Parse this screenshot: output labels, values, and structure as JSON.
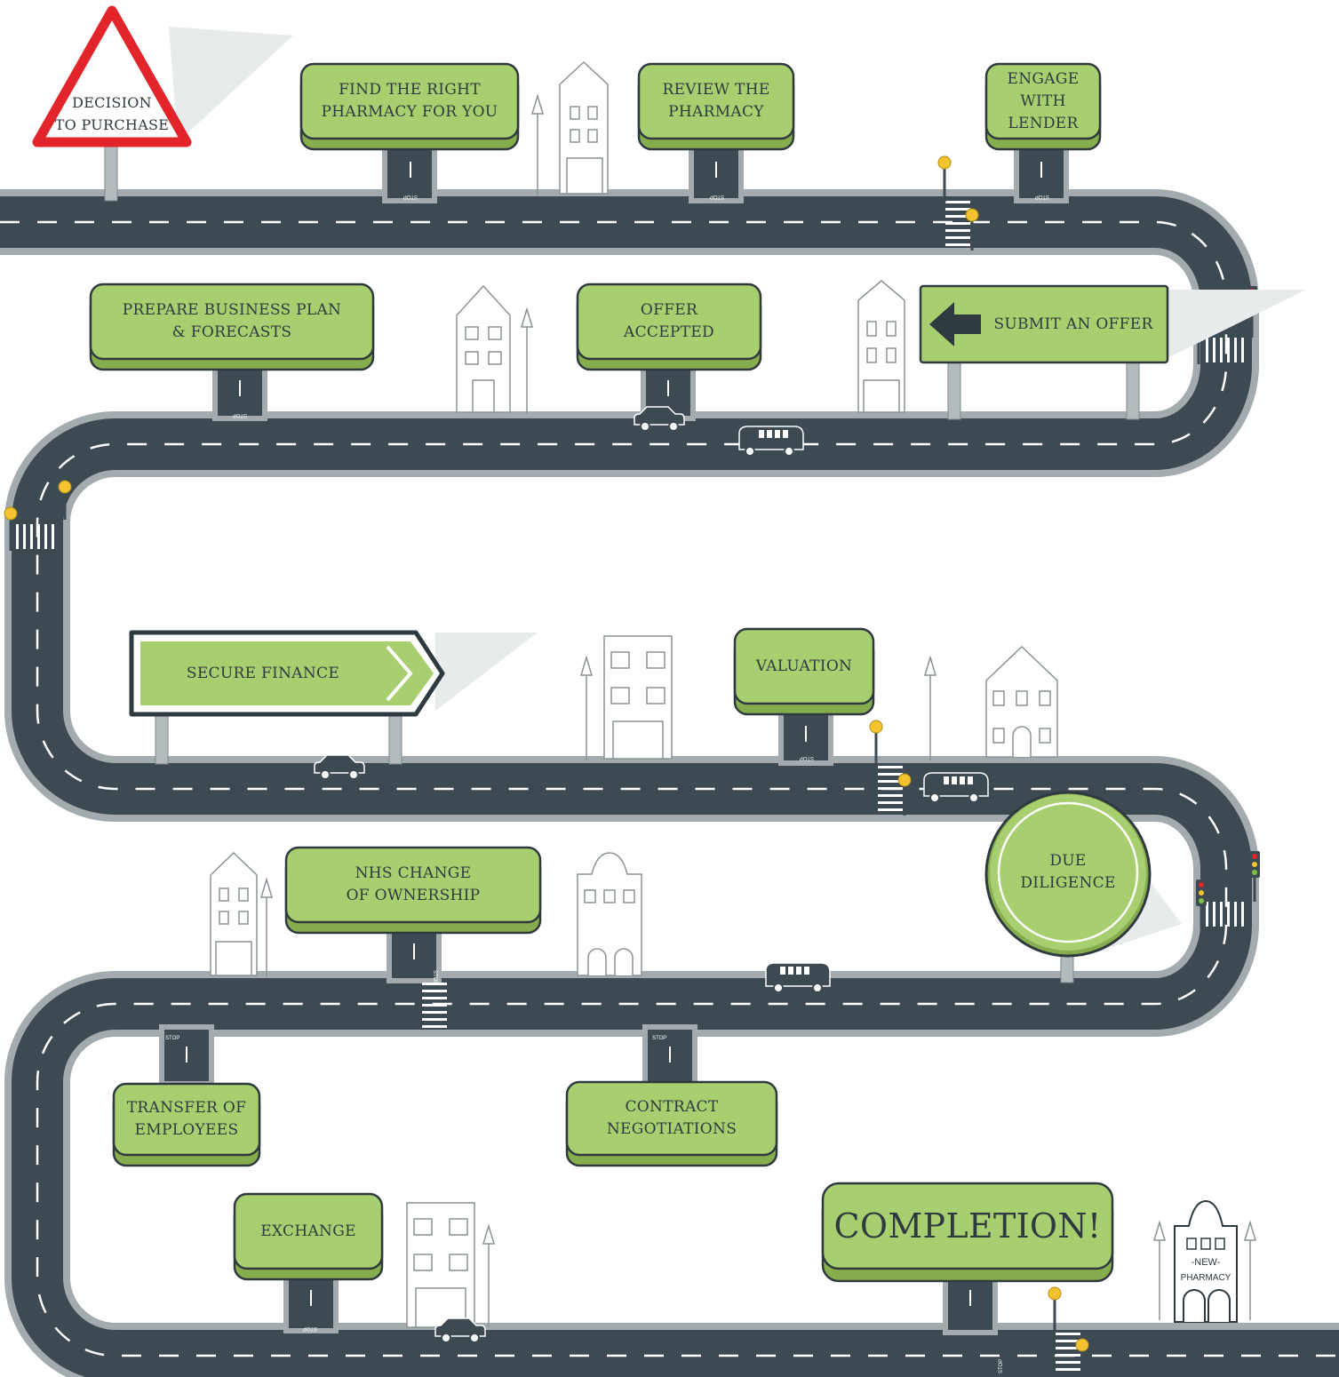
{
  "colors": {
    "road": "#3d4a51",
    "road_edge": "#a3abae",
    "sign_green": "#a8cf6f",
    "sign_green_dark": "#86ad4d",
    "sign_border": "#2f3a40",
    "warning_red": "#e1252b",
    "post": "#9aa3a6",
    "lamp_yellow": "#f4c430"
  },
  "steps": {
    "decision": "DECISION\nTO PURCHASE",
    "find": "FIND THE RIGHT\nPHARMACY FOR YOU",
    "review": "REVIEW THE\nPHARMACY",
    "engage": "ENGAGE\nWITH\nLENDER",
    "prepare": "PREPARE BUSINESS PLAN\n& FORECASTS",
    "offer_accepted": "OFFER\nACCEPTED",
    "submit": "SUBMIT AN OFFER",
    "secure": "SECURE FINANCE",
    "valuation": "VALUATION",
    "due": "DUE\nDILIGENCE",
    "nhs": "NHS CHANGE\nOF OWNERSHIP",
    "transfer": "TRANSFER OF\nEMPLOYEES",
    "contract": "CONTRACT\nNEGOTIATIONS",
    "exchange": "EXCHANGE",
    "completion": "COMPLETION!"
  },
  "road_marking": "STOP",
  "new_pharmacy_sign": {
    "line1": "-NEW-",
    "line2": "PHARMACY"
  }
}
